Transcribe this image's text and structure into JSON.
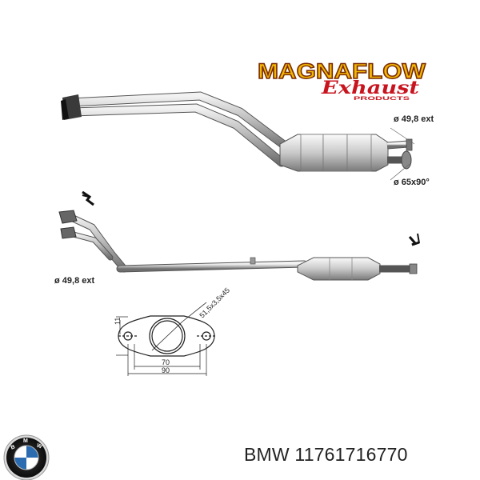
{
  "brand": {
    "name": "MAGNAFLOW",
    "script": "Exhaust",
    "sub": "PRODUCTS"
  },
  "labels": {
    "upper_outlet": "ø 49,8 ext",
    "upper_flange": "ø 65x90°",
    "lower_inlet": "ø 49,8 ext"
  },
  "flange_dims": {
    "bolt": "51,5x3,5x45",
    "height": "11",
    "inner": "70",
    "outer": "90"
  },
  "product": {
    "maker": "BMW",
    "part_number": "11761716770",
    "title": "BMW 11761716770"
  },
  "icons": [
    "bmw-logo-icon",
    "magnaflow-logo-icon",
    "gasket-icon"
  ]
}
